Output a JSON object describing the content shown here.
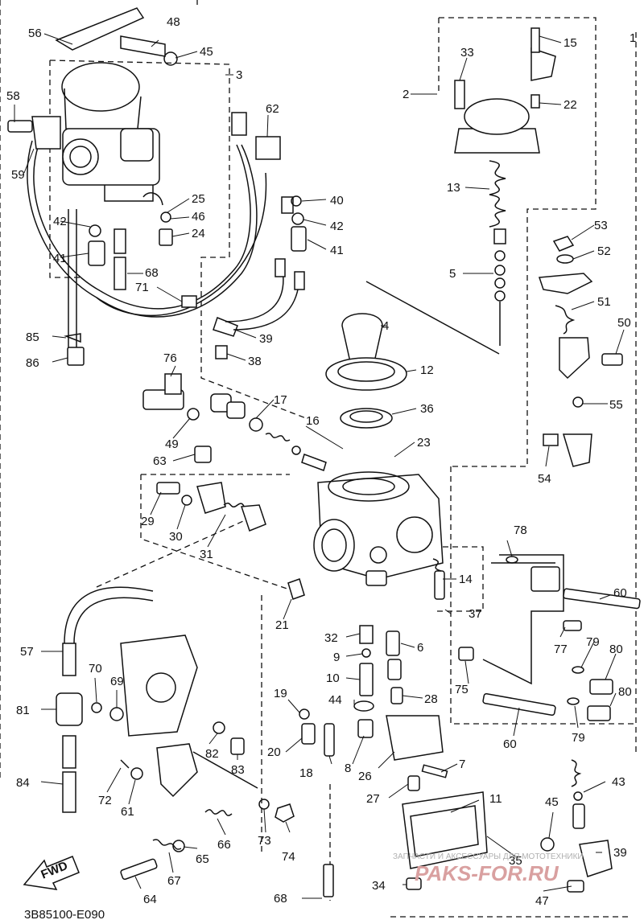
{
  "diagram": {
    "code": "3B85100-E090",
    "fwd_label": "FWD",
    "watermark_text": "ЗАПЧАСТИ И АКСЕССУАРЫ ДЛЯ МОТОТЕХНИКИ",
    "watermark_logo": "PAKS-FOR.RU"
  },
  "callouts": [
    {
      "id": "c1",
      "label": "1"
    },
    {
      "id": "c2",
      "label": "2"
    },
    {
      "id": "c3",
      "label": "3"
    },
    {
      "id": "c4",
      "label": "4"
    },
    {
      "id": "c5",
      "label": "5"
    },
    {
      "id": "c6",
      "label": "6"
    },
    {
      "id": "c7",
      "label": "7"
    },
    {
      "id": "c8",
      "label": "8"
    },
    {
      "id": "c9",
      "label": "9"
    },
    {
      "id": "c10",
      "label": "10"
    },
    {
      "id": "c11",
      "label": "11"
    },
    {
      "id": "c12",
      "label": "12"
    },
    {
      "id": "c13",
      "label": "13"
    },
    {
      "id": "c14",
      "label": "14"
    },
    {
      "id": "c15",
      "label": "15"
    },
    {
      "id": "c16",
      "label": "16"
    },
    {
      "id": "c17",
      "label": "17"
    },
    {
      "id": "c18",
      "label": "18"
    },
    {
      "id": "c19",
      "label": "19"
    },
    {
      "id": "c20",
      "label": "20"
    },
    {
      "id": "c21",
      "label": "21"
    },
    {
      "id": "c22",
      "label": "22"
    },
    {
      "id": "c23",
      "label": "23"
    },
    {
      "id": "c24",
      "label": "24"
    },
    {
      "id": "c25",
      "label": "25"
    },
    {
      "id": "c26",
      "label": "26"
    },
    {
      "id": "c27",
      "label": "27"
    },
    {
      "id": "c28",
      "label": "28"
    },
    {
      "id": "c29",
      "label": "29"
    },
    {
      "id": "c30",
      "label": "30"
    },
    {
      "id": "c31",
      "label": "31"
    },
    {
      "id": "c32",
      "label": "32"
    },
    {
      "id": "c33",
      "label": "33"
    },
    {
      "id": "c34",
      "label": "34"
    },
    {
      "id": "c35",
      "label": "35"
    },
    {
      "id": "c36",
      "label": "36"
    },
    {
      "id": "c37",
      "label": "37"
    },
    {
      "id": "c38",
      "label": "38"
    },
    {
      "id": "c39a",
      "label": "39"
    },
    {
      "id": "c39b",
      "label": "39"
    },
    {
      "id": "c40",
      "label": "40"
    },
    {
      "id": "c41a",
      "label": "41"
    },
    {
      "id": "c41b",
      "label": "41"
    },
    {
      "id": "c42a",
      "label": "42"
    },
    {
      "id": "c42b",
      "label": "42"
    },
    {
      "id": "c43",
      "label": "43"
    },
    {
      "id": "c44",
      "label": "44"
    },
    {
      "id": "c45a",
      "label": "45"
    },
    {
      "id": "c45b",
      "label": "45"
    },
    {
      "id": "c46",
      "label": "46"
    },
    {
      "id": "c47",
      "label": "47"
    },
    {
      "id": "c48",
      "label": "48"
    },
    {
      "id": "c49",
      "label": "49"
    },
    {
      "id": "c50",
      "label": "50"
    },
    {
      "id": "c51",
      "label": "51"
    },
    {
      "id": "c52",
      "label": "52"
    },
    {
      "id": "c53",
      "label": "53"
    },
    {
      "id": "c54",
      "label": "54"
    },
    {
      "id": "c55",
      "label": "55"
    },
    {
      "id": "c56",
      "label": "56"
    },
    {
      "id": "c57",
      "label": "57"
    },
    {
      "id": "c58",
      "label": "58"
    },
    {
      "id": "c59",
      "label": "59"
    },
    {
      "id": "c60a",
      "label": "60"
    },
    {
      "id": "c60b",
      "label": "60"
    },
    {
      "id": "c61",
      "label": "61"
    },
    {
      "id": "c62",
      "label": "62"
    },
    {
      "id": "c63",
      "label": "63"
    },
    {
      "id": "c64",
      "label": "64"
    },
    {
      "id": "c65",
      "label": "65"
    },
    {
      "id": "c66",
      "label": "66"
    },
    {
      "id": "c67",
      "label": "67"
    },
    {
      "id": "c68a",
      "label": "68"
    },
    {
      "id": "c68b",
      "label": "68"
    },
    {
      "id": "c69",
      "label": "69"
    },
    {
      "id": "c70",
      "label": "70"
    },
    {
      "id": "c71",
      "label": "71"
    },
    {
      "id": "c72",
      "label": "72"
    },
    {
      "id": "c73",
      "label": "73"
    },
    {
      "id": "c74",
      "label": "74"
    },
    {
      "id": "c75",
      "label": "75"
    },
    {
      "id": "c76",
      "label": "76"
    },
    {
      "id": "c77",
      "label": "77"
    },
    {
      "id": "c78",
      "label": "78"
    },
    {
      "id": "c79a",
      "label": "79"
    },
    {
      "id": "c79b",
      "label": "79"
    },
    {
      "id": "c80a",
      "label": "80"
    },
    {
      "id": "c80b",
      "label": "80"
    },
    {
      "id": "c81",
      "label": "81"
    },
    {
      "id": "c82",
      "label": "82"
    },
    {
      "id": "c83",
      "label": "83"
    },
    {
      "id": "c84",
      "label": "84"
    },
    {
      "id": "c85",
      "label": "85"
    },
    {
      "id": "c86",
      "label": "86"
    }
  ]
}
